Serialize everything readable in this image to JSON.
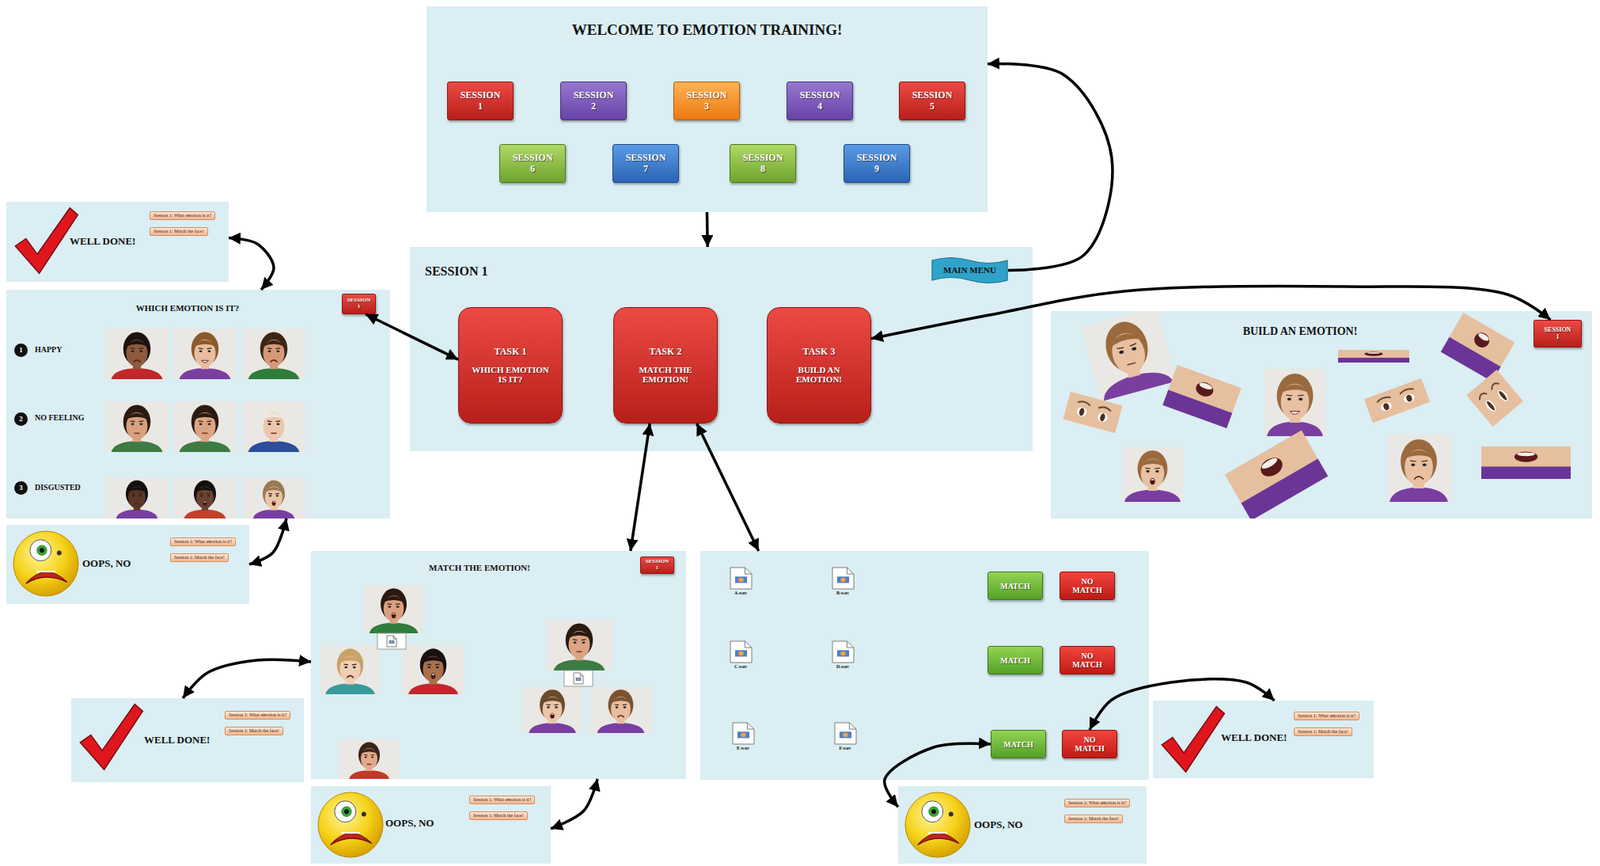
{
  "diagram": {
    "nodes": [
      {
        "text": [
          "WELCOME TO EMOTION TRAINING!"
        ]
      },
      {
        "text": [
          "SESSION 1"
        ],
        "in": 0
      },
      {
        "text": [
          "SESSION 2"
        ],
        "in": 0
      },
      {
        "text": [
          "SESSION 3"
        ],
        "in": 0
      },
      {
        "text": [
          "SESSION 4"
        ],
        "in": 0
      },
      {
        "text": [
          "SESSION 5"
        ],
        "in": 0
      },
      {
        "text": [
          "SESSION 6"
        ],
        "in": 0
      },
      {
        "text": [
          "SESSION 7"
        ],
        "in": 0
      },
      {
        "text": [
          "SESSION 8"
        ],
        "in": 0
      },
      {
        "text": [
          "SESSION 9"
        ],
        "in": 0
      },
      {
        "text": [
          "WELL DONE!"
        ]
      },
      {
        "text": [
          "Session 1: What emotion is it?"
        ],
        "in": 10
      },
      {
        "text": [
          "Session 1: Match the face!"
        ],
        "in": 10
      },
      {
        "text": [
          "SESSION 1"
        ]
      },
      {
        "text": [
          "MAIN MENU"
        ],
        "in": 13
      },
      {
        "text": [
          "TASK 1",
          "WHICH EMOTION IS IT?"
        ],
        "in": 13
      },
      {
        "text": [
          "TASK 2",
          "MATCH THE EMOTION!"
        ],
        "in": 13
      },
      {
        "text": [
          "TASK 3",
          "BUILD AN EMOTION!"
        ],
        "in": 13
      },
      {
        "text": [
          "WHICH EMOTION IS IT?"
        ]
      },
      {
        "text": [
          "SESSION 1"
        ],
        "in": 18
      },
      {
        "text": [
          "1"
        ],
        "in": 18
      },
      {
        "text": [
          "2"
        ],
        "in": 18
      },
      {
        "text": [
          "3"
        ],
        "in": 18
      },
      {
        "text": [
          "BUILD AN EMOTION!"
        ]
      },
      {
        "text": [
          "SESSION 1"
        ],
        "in": 23
      },
      {
        "text": [
          "OOPS, NO"
        ]
      },
      {
        "text": [
          "Session 1: What emotion is it?"
        ],
        "in": 25
      },
      {
        "text": [
          "Session 1: Match the face!"
        ],
        "in": 25
      },
      {
        "text": [
          "MATCH THE EMOTION!"
        ]
      },
      {
        "text": [
          "SESSION 1"
        ],
        "in": 28
      },
      {
        "text": [
          "A.wav",
          "B.wav",
          "C.wav",
          "D.wav",
          "E.wav",
          "F.wav"
        ]
      },
      {
        "text": [
          "MATCH"
        ],
        "in": 30
      },
      {
        "text": [
          "NO MATCH"
        ],
        "in": 30
      },
      {
        "text": [
          "MATCH"
        ],
        "in": 30
      },
      {
        "text": [
          "NO MATCH"
        ],
        "in": 30
      },
      {
        "text": [
          "MATCH"
        ],
        "in": 30
      },
      {
        "text": [
          "NO MATCH"
        ],
        "in": 30
      },
      {
        "text": [
          "WELL DONE!"
        ]
      },
      {
        "text": [
          "Session 1: What emotion is it?"
        ],
        "in": 37
      },
      {
        "text": [
          "Session 1: Match the face!"
        ],
        "in": 37
      },
      {
        "text": [
          "OOPS, NO"
        ]
      },
      {
        "text": [
          "Session 1: What emotion is it?"
        ],
        "in": 40
      },
      {
        "text": [
          "Session 1: Match the face!"
        ],
        "in": 40
      },
      {
        "text": [
          "WELL DONE!"
        ]
      },
      {
        "text": [
          "Session 1: What emotion is it?"
        ],
        "in": 43
      },
      {
        "text": [
          "Session 1: Match the face!"
        ],
        "in": 43
      },
      {
        "text": [
          "OOPS, NO"
        ]
      },
      {
        "text": [
          "Session 1: What emotion is it?"
        ],
        "in": 46
      },
      {
        "text": [
          "Session 1: Match the face!"
        ],
        "in": 46
      }
    ],
    "edges": [
      {
        "from": 0,
        "to": 13,
        "arrow": "to"
      },
      {
        "from": 14,
        "to": 0,
        "arrow": "to"
      },
      {
        "from": 19,
        "to": 15,
        "arrow": "both"
      },
      {
        "from": 10,
        "to": 18,
        "arrow": "both"
      },
      {
        "from": 25,
        "to": 18,
        "arrow": "both"
      },
      {
        "from": 17,
        "to": 24,
        "arrow": "both"
      },
      {
        "from": 16,
        "to": 28,
        "arrow": "both"
      },
      {
        "from": 16,
        "to": 30,
        "arrow": "both"
      },
      {
        "from": 37,
        "to": 28,
        "arrow": "both"
      },
      {
        "from": 40,
        "to": 28,
        "arrow": "both"
      },
      {
        "from": 36,
        "to": 43,
        "arrow": "both"
      },
      {
        "from": 35,
        "to": 46,
        "arrow": "both"
      }
    ],
    "labels": [
      "HAPPY",
      "NO FEELING",
      "DISGUSTED"
    ]
  }
}
